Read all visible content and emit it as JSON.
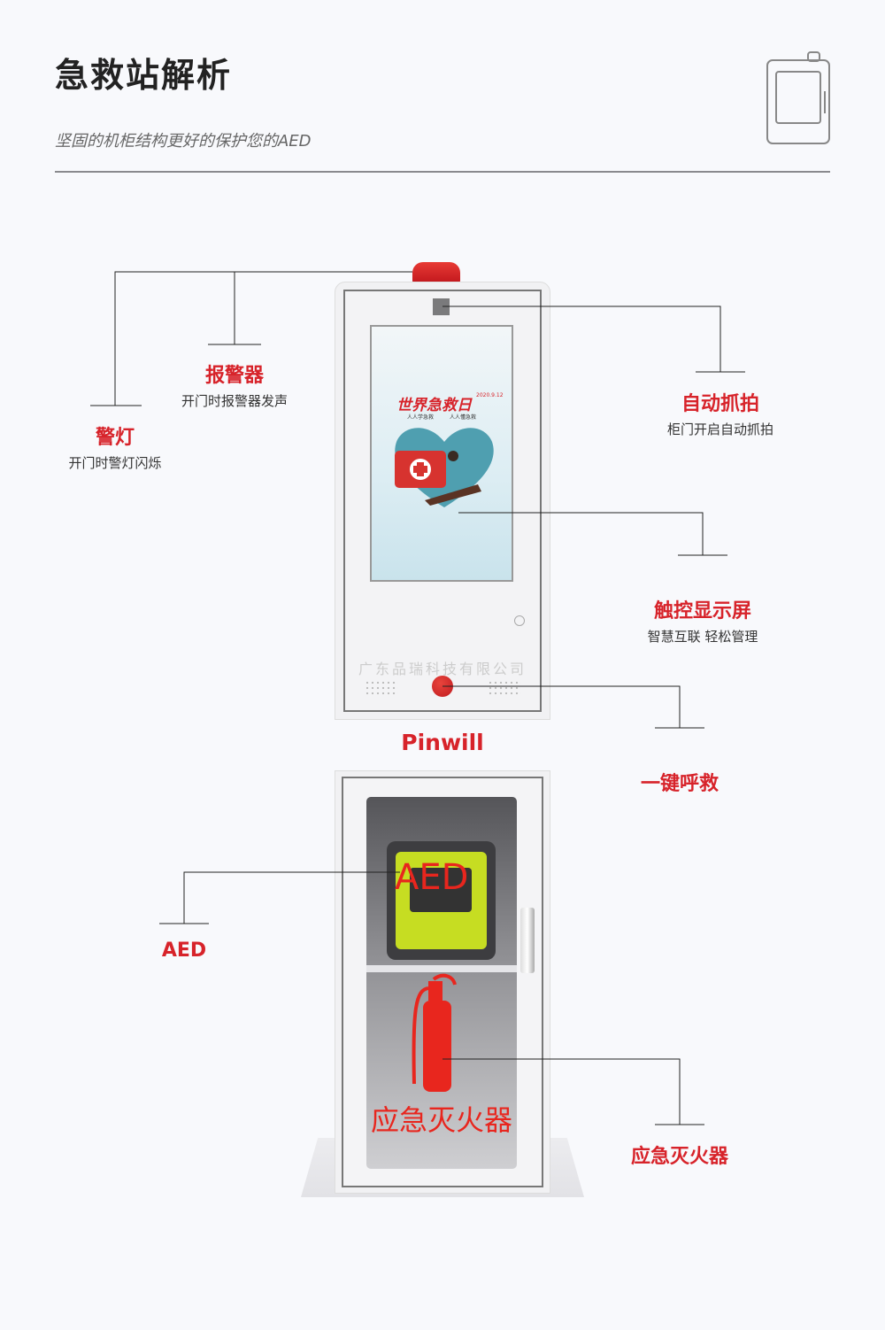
{
  "header": {
    "title": "急救站解析",
    "subtitle": "坚固的机柜结构更好的保护您的AED"
  },
  "screen": {
    "headline": "世界急救日",
    "date": "2020.9.12",
    "slogans": [
      "人人学急救",
      "人人懂急救"
    ]
  },
  "cabinet": {
    "watermark": "广东品瑞科技有限公司",
    "brand": "Pinwill",
    "aed_overlay": "AED",
    "extinguisher_overlay": "应急灭火器"
  },
  "callouts": [
    {
      "title": "报警器",
      "desc": "开门时报警器发声"
    },
    {
      "title": "警灯",
      "desc": "开门时警灯闪烁"
    },
    {
      "title": "自动抓拍",
      "desc": "柜门开启自动抓拍"
    },
    {
      "title": "触控显示屏",
      "desc": "智慧互联 轻松管理"
    },
    {
      "title": "一键呼救",
      "desc": ""
    },
    {
      "title": "AED",
      "desc": ""
    },
    {
      "title": "应急灭火器",
      "desc": ""
    }
  ],
  "colors": {
    "accent": "#d7232a",
    "text": "#222222",
    "rule": "#8a8a8e"
  }
}
